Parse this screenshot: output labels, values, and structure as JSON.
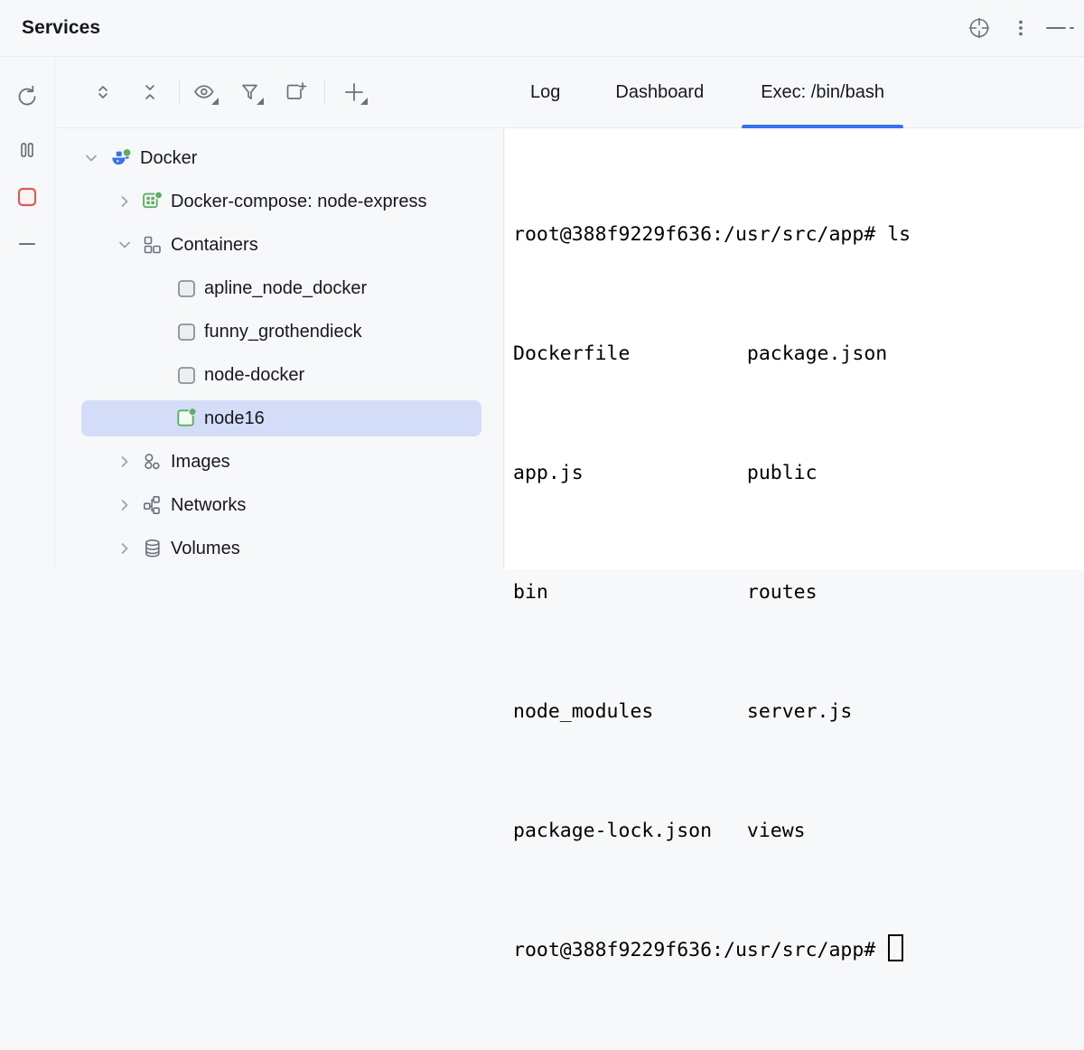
{
  "window": {
    "title": "Services",
    "actions": [
      {
        "name": "target-icon",
        "label": "Select Opened File"
      },
      {
        "name": "more-options-icon",
        "label": "Options"
      },
      {
        "name": "minimize-icon",
        "label": "Hide"
      }
    ]
  },
  "rail": {
    "buttons": [
      {
        "name": "rerun-icon",
        "label": "Rerun"
      },
      {
        "name": "pause-icon",
        "label": "Pause"
      },
      {
        "name": "stop-icon",
        "label": "Stop",
        "color": "#db5c5c"
      },
      {
        "name": "minimize-icon",
        "label": "Minimize"
      }
    ]
  },
  "tree_toolbar": {
    "buttons": [
      {
        "name": "expand-collapse-icon",
        "label": "Expand / Collapse"
      },
      {
        "name": "collapse-all-icon",
        "label": "Collapse All"
      },
      {
        "name": "show-hide-icon",
        "label": "Show/Hide",
        "dropdown": true
      },
      {
        "name": "filter-icon",
        "label": "Filter",
        "dropdown": true
      },
      {
        "name": "new-container-icon",
        "label": "Create Container"
      },
      {
        "name": "add-icon",
        "label": "Add Service",
        "dropdown": true
      }
    ]
  },
  "tree": {
    "nodes": [
      {
        "label": "Docker",
        "icon": "docker-whale-icon",
        "twisty": "down",
        "indent": 0,
        "selected": false
      },
      {
        "label": "Docker-compose: node-express",
        "icon": "docker-compose-icon",
        "twisty": "right",
        "indent": 1,
        "selected": false
      },
      {
        "label": "Containers",
        "icon": "containers-icon",
        "twisty": "down",
        "indent": 1,
        "selected": false
      },
      {
        "label": "apline_node_docker",
        "icon": "container-stopped-icon",
        "twisty": "none",
        "indent": 2,
        "selected": false
      },
      {
        "label": "funny_grothendieck",
        "icon": "container-stopped-icon",
        "twisty": "none",
        "indent": 2,
        "selected": false
      },
      {
        "label": "node-docker",
        "icon": "container-stopped-icon",
        "twisty": "none",
        "indent": 2,
        "selected": false
      },
      {
        "label": "node16",
        "icon": "container-running-icon",
        "twisty": "none",
        "indent": 2,
        "selected": true
      },
      {
        "label": "Images",
        "icon": "images-icon",
        "twisty": "right",
        "indent": 1,
        "selected": false
      },
      {
        "label": "Networks",
        "icon": "networks-icon",
        "twisty": "right",
        "indent": 1,
        "selected": false
      },
      {
        "label": "Volumes",
        "icon": "volumes-icon",
        "twisty": "right",
        "indent": 1,
        "selected": false
      }
    ]
  },
  "tabs": {
    "items": [
      {
        "label": "Log",
        "active": false
      },
      {
        "label": "Dashboard",
        "active": false
      },
      {
        "label": "Exec: /bin/bash",
        "active": true
      }
    ],
    "accent": "#3574f0"
  },
  "terminal": {
    "lines": [
      "root@388f9229f636:/usr/src/app# ls",
      "Dockerfile          package.json",
      "app.js              public",
      "bin                 routes",
      "node_modules        server.js",
      "package-lock.json   views"
    ],
    "prompt": "root@388f9229f636:/usr/src/app# ",
    "cursor": "block"
  },
  "colors": {
    "panel_bg": "#f7f8fa",
    "terminal_bg": "#ffffff",
    "selection": "#d4ddf8",
    "accent": "#3574f0",
    "text": "#17181c",
    "icon": "#6c707e",
    "green": "#5fad65",
    "blue": "#3574f0",
    "red": "#db5c5c"
  }
}
